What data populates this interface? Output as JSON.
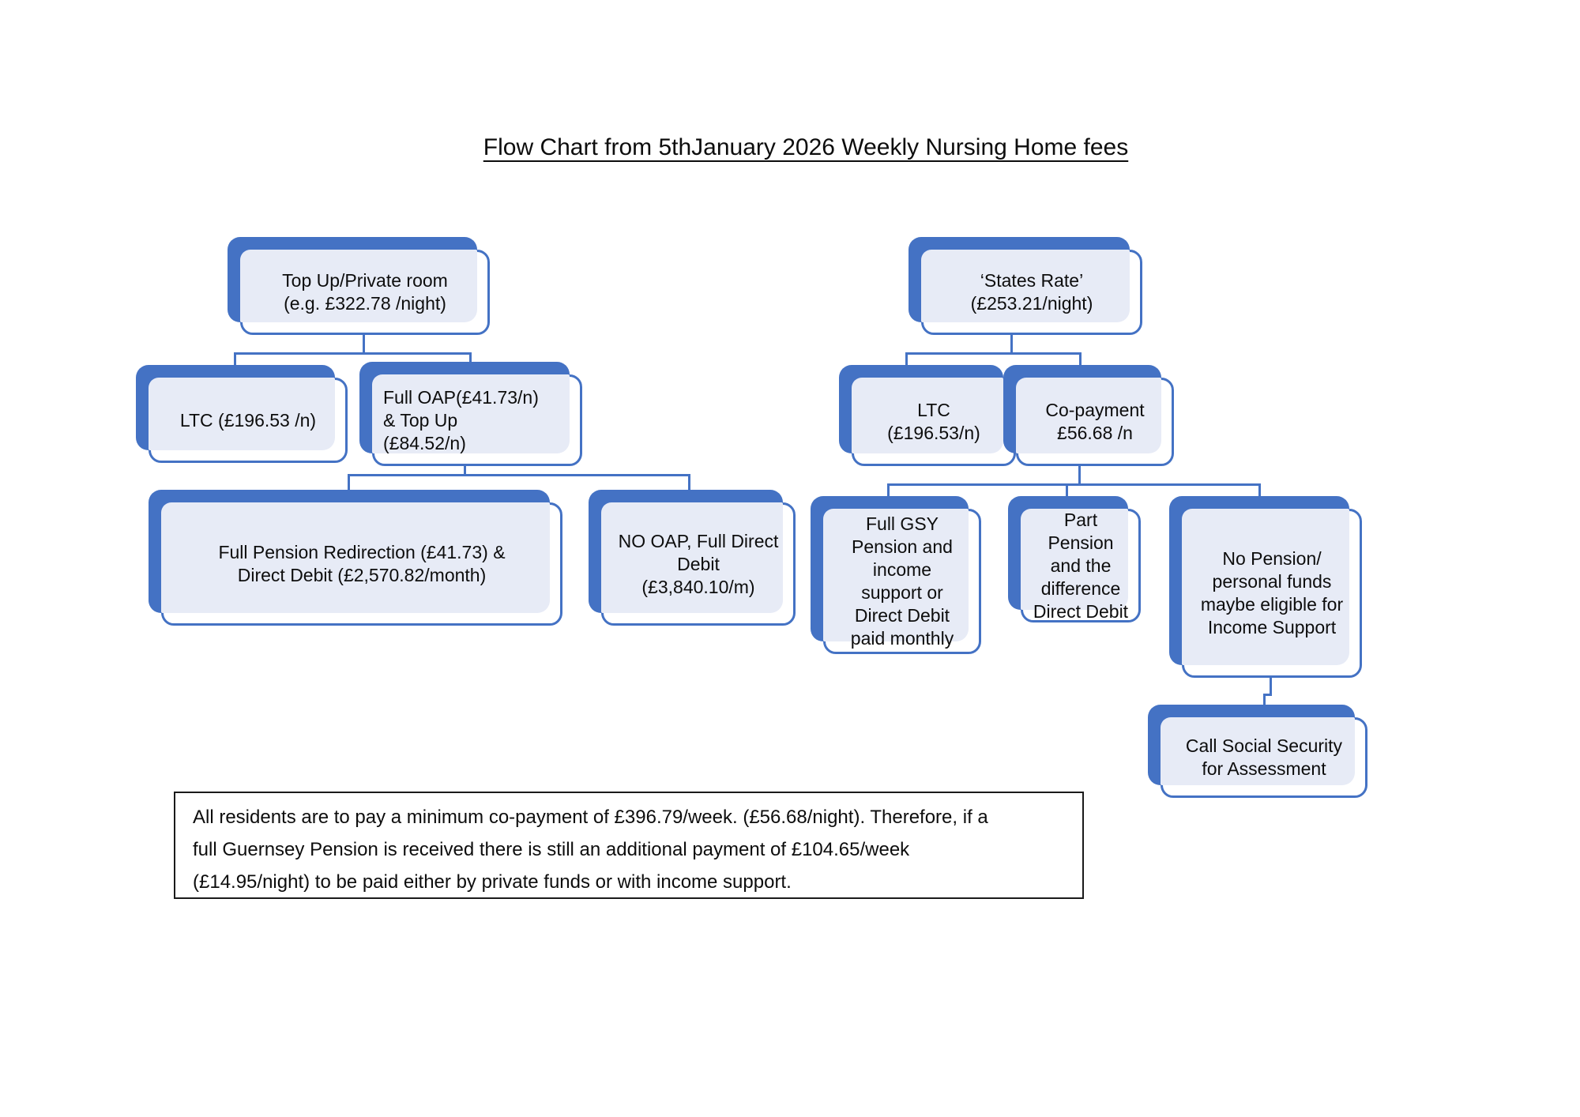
{
  "title": "Flow Chart from 5thJanuary 2026 Weekly Nursing Home fees",
  "colors": {
    "accent_blue": "#4472C4",
    "tint_fill": "#E7EBF6",
    "connector": "#4472C4",
    "note_border": "#1a1a1a",
    "text": "#0d0d0d"
  },
  "nodes": {
    "top_up": {
      "lines": [
        "Top Up/Private room",
        "(e.g. £322.78 /night)"
      ]
    },
    "ltc_left": {
      "lines": [
        "LTC (£196.53 /n)"
      ]
    },
    "full_oap": {
      "lines": [
        "Full OAP(£41.73/n)",
        "& Top Up",
        "(£84.52/n)"
      ]
    },
    "full_pension_redirection": {
      "lines": [
        "Full Pension Redirection (£41.73) &",
        "Direct Debit (£2,570.82/month)"
      ]
    },
    "no_oap": {
      "lines": [
        "NO OAP, Full Direct",
        "Debit",
        "(£3,840.10/m)"
      ]
    },
    "states_rate": {
      "lines": [
        "‘States Rate’",
        "(£253.21/night)"
      ]
    },
    "ltc_right": {
      "lines": [
        "LTC",
        "(£196.53/n)"
      ]
    },
    "co_payment": {
      "lines": [
        "Co-payment",
        "£56.68 /n"
      ]
    },
    "full_gsy": {
      "lines": [
        "Full GSY",
        "Pension and",
        "income",
        "support or",
        "Direct Debit",
        "paid monthly"
      ]
    },
    "part_pension": {
      "lines": [
        "Part",
        "Pension",
        "and the",
        "difference",
        "Direct Debit"
      ]
    },
    "no_pension": {
      "lines": [
        "No Pension/",
        "personal funds",
        "maybe eligible for",
        "Income Support"
      ]
    },
    "call_social_security": {
      "lines": [
        "Call Social Security",
        "for Assessment"
      ]
    }
  },
  "note": {
    "lines": [
      "All residents are to pay a minimum co-payment of £396.79/week. (£56.68/night). Therefore, if a",
      "full Guernsey Pension is received there is still an additional payment of £104.65/week",
      "(£14.95/night) to be paid either by private funds or with income support."
    ]
  }
}
